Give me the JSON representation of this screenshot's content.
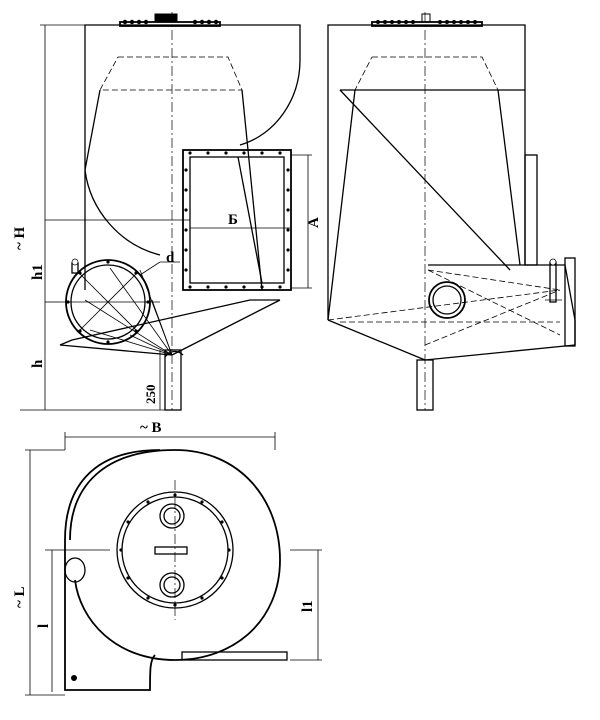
{
  "dimensions": {
    "H": "~ H",
    "h1": "h1",
    "h": "h",
    "d": "d",
    "A": "A",
    "B_cyr": "Б",
    "dim_250": "250",
    "B": "~ B",
    "L": "~ L",
    "l": "l",
    "l1": "l1"
  }
}
